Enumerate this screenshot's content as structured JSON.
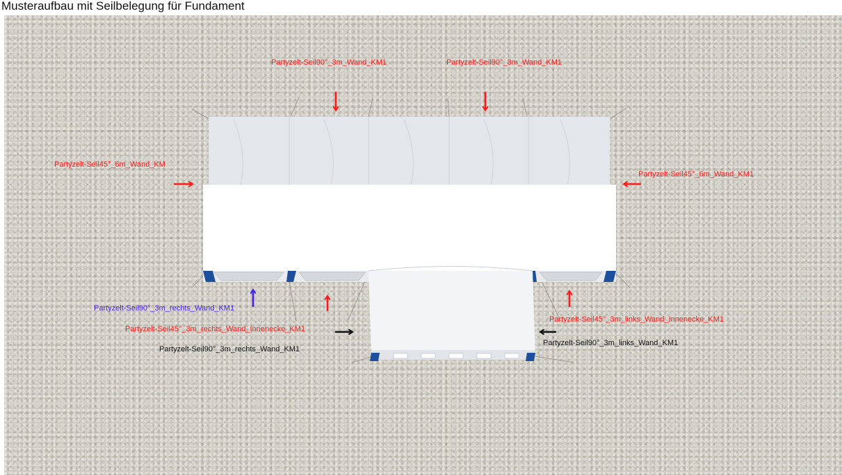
{
  "caption": "Musteraufbau mit Seilbelegung für Fundament",
  "colors": {
    "red": "#ff1a1a",
    "blue": "#4422ee",
    "black": "#111111",
    "ground": "#cfccc3",
    "canvas": "#ffffff"
  },
  "labels": {
    "top_left": "Partyzelt-Seil90°_3m_Wand_KM1",
    "top_right": "Partyzelt-Seil90°_3m_Wand_KM1",
    "left_side": "Partyzelt-Seil45°_6m_Wand_KM",
    "right_side": "Partyzelt-Seil45°_6m_Wand_KM1",
    "bottom_left_blue": "Partyzelt-Seil90°_3m_rechts_Wand_KM1",
    "bottom_inner_left": "Partyzelt-Seil45°_3m_rechts_Wand_Innenecke_KM1",
    "bottom_inner_right": "Partyzelt-Seil45°_3m_links_Wand_Innenecke_KM1",
    "annex_left_black": "Partyzelt-Seil90°_3m_rechts_Wand_KM1",
    "annex_right_black": "Partyzelt-Seil90°_3m_links_Wand_KM1"
  }
}
